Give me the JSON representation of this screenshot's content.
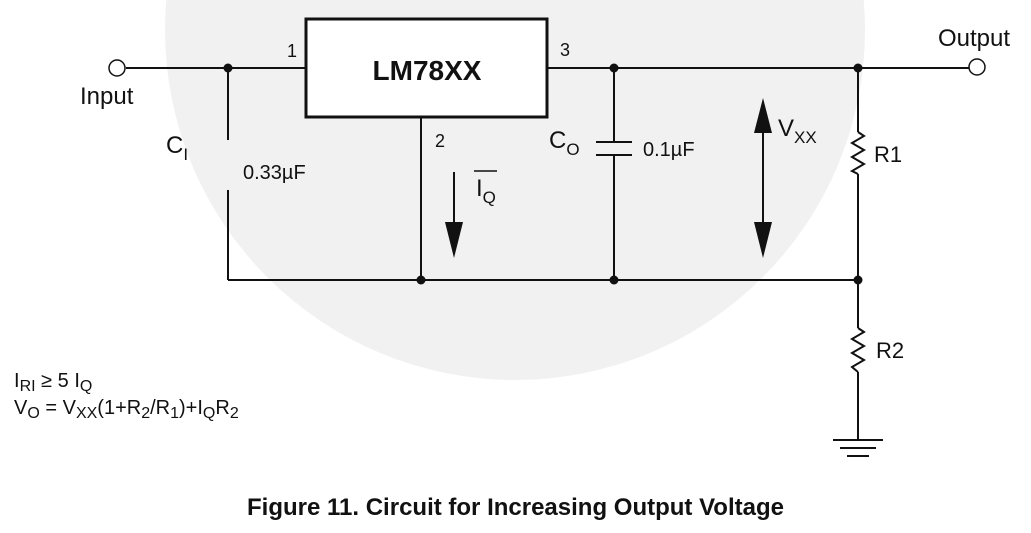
{
  "regulator": {
    "name": "LM78XX",
    "pin1": "1",
    "pin2": "2",
    "pin3": "3"
  },
  "input_label": "Input",
  "output_label": "Output",
  "ci": {
    "symbol": "C",
    "sub": "I",
    "value": "0.33µF"
  },
  "co": {
    "symbol": "C",
    "sub": "O",
    "value": "0.1µF"
  },
  "iq": {
    "symbol": "I",
    "sub": "Q"
  },
  "vxx": {
    "symbol": "V",
    "sub": "XX"
  },
  "r1": "R1",
  "r2": "R2",
  "formula": {
    "line1": {
      "a": "I",
      "a_sub": "RI",
      "rest": " ≥ 5 I",
      "rest_sub": "Q"
    },
    "line2": {
      "v": "V",
      "v_sub": "O",
      "eq": " = V",
      "eq_sub": "XX",
      "p1": "(1+R",
      "p1_sub": "2",
      "p2": "/R",
      "p2_sub": "1",
      "p3": ")+I",
      "p3_sub": "Q",
      "p4": "R",
      "p4_sub": "2"
    }
  },
  "caption": "Figure 11. Circuit for Increasing Output Voltage",
  "colors": {
    "ink": "#111111",
    "watermark": "#f0f0f0"
  }
}
